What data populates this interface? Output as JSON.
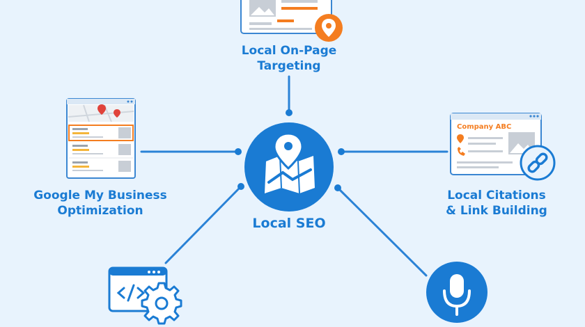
{
  "colors": {
    "background": "#e8f3fd",
    "primary_blue": "#1a7bd3",
    "accent_orange": "#f47d20",
    "line_blue": "#2a82d6",
    "card_border": "#3a86d2",
    "card_fill": "#ffffff",
    "placeholder_gray": "#c8ced6"
  },
  "center": {
    "label": "Local SEO",
    "icon": "map-pin-icon"
  },
  "nodes": {
    "top": {
      "label_line1": "Local On-Page",
      "label_line2": "Targeting",
      "icon": "map-pin-badge-icon"
    },
    "left": {
      "label_line1": "Google My Business",
      "label_line2": "Optimization",
      "icon": "business-listing-icon"
    },
    "right": {
      "label_line1": "Local Citations",
      "label_line2": "& Link Building",
      "card_title": "Company ABC",
      "icon": "link-icon"
    },
    "bottom_left": {
      "icon": "code-settings-icon"
    },
    "bottom_right": {
      "icon": "microphone-icon"
    }
  }
}
